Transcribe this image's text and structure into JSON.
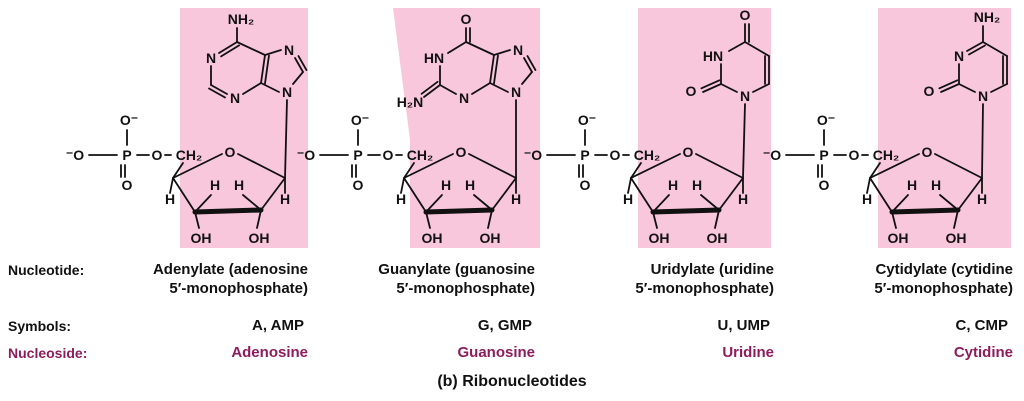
{
  "colors": {
    "highlight": "#f9c7dc",
    "accent": "#8e1c5c",
    "ink": "#111111"
  },
  "row_labels": {
    "nucleotide": "Nucleotide:",
    "symbols": "Symbols:",
    "nucleoside": "Nucleoside:"
  },
  "atoms": {
    "O": "O",
    "N": "N",
    "NH": "HN",
    "H": "H",
    "P": "P",
    "OH": "OH",
    "ch2": "CH₂",
    "nh2": "NH₂",
    "h2n": "H₂N",
    "o_minus": "O⁻",
    "minus_o": "⁻O"
  },
  "nucleotides": [
    {
      "name_line1": "Adenylate (adenosine",
      "name_line2": "5′-monophosphate)",
      "symbols": "A, AMP",
      "nucleoside": "Adenosine"
    },
    {
      "name_line1": "Guanylate (guanosine",
      "name_line2": "5′-monophosphate)",
      "symbols": "G, GMP",
      "nucleoside": "Guanosine"
    },
    {
      "name_line1": "Uridylate (uridine",
      "name_line2": "5′-monophosphate)",
      "symbols": "U, UMP",
      "nucleoside": "Uridine"
    },
    {
      "name_line1": "Cytidylate (cytidine",
      "name_line2": "5′-monophosphate)",
      "symbols": "C, CMP",
      "nucleoside": "Cytidine"
    }
  ],
  "caption": "(b) Ribonucleotides"
}
